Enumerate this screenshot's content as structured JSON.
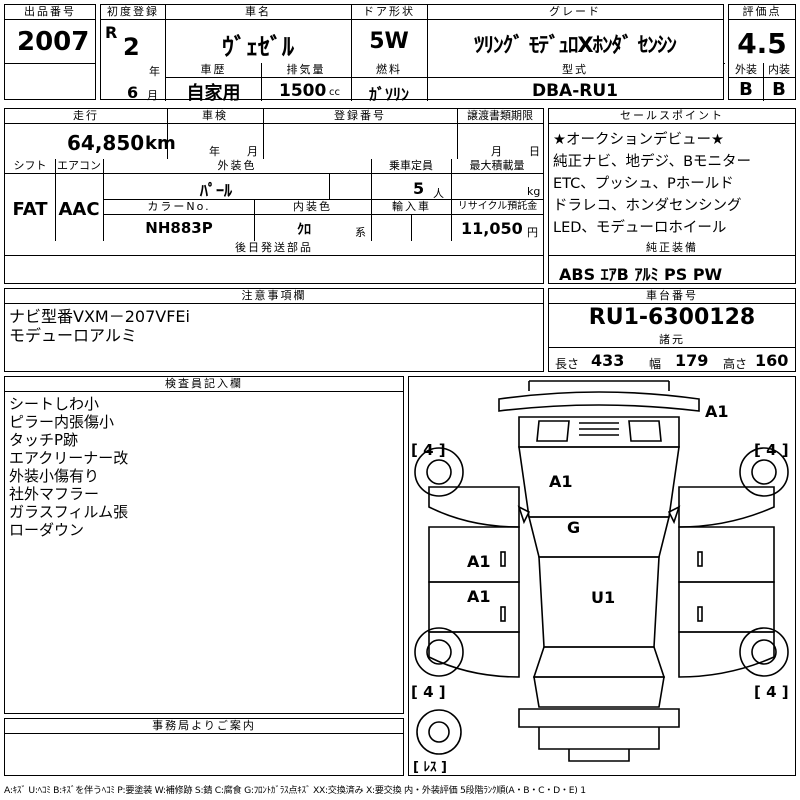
{
  "labels": {
    "lot_no": "出品番号",
    "first_reg": "初度登録",
    "car_name": "車名",
    "door": "ドア形状",
    "grade": "グレード",
    "score": "評価点",
    "history": "車歴",
    "displacement": "排気量",
    "fuel": "燃料",
    "model_code": "型式",
    "exterior": "外装",
    "interior": "内装",
    "mileage": "走行",
    "inspection": "車検",
    "reg_no": "登録番号",
    "transfer_deadline": "譲渡書類期限",
    "sales_points": "セールスポイント",
    "shift": "シフト",
    "aircon": "エアコン",
    "ext_color": "外装色",
    "capacity": "乗車定員",
    "max_load": "最大積載量",
    "color_no": "カラーNo.",
    "int_color": "内装色",
    "import": "輸入車",
    "recycle": "リサイクル預託金",
    "later_parts": "後日発送部品",
    "genuine_equip": "純正装備",
    "notes": "注意事項欄",
    "chassis_no": "車台番号",
    "specs": "諸元",
    "inspector": "検査員記入欄",
    "office": "事務局よりご案内"
  },
  "vehicle": {
    "lot_no": "2007",
    "era": "R",
    "year": "2",
    "year_unit": "年",
    "month": "6",
    "month_unit": "月",
    "name": "ｳﾞｪｾﾞﾙ",
    "door": "5W",
    "grade": "ﾂﾘﾝｸﾞ ﾓﾃﾞｭﾛXﾎﾝﾀﾞ ｾﾝｼﾝ",
    "score": "4.5",
    "history": "自家用",
    "displacement": "1500",
    "displacement_unit": "cc",
    "fuel": "ｶﾞｿﾘﾝ",
    "model_code": "DBA-RU1",
    "exterior_grade": "B",
    "interior_grade": "B",
    "mileage": "64,850",
    "mileage_unit": "km",
    "inspection_year_unit": "年",
    "inspection_month_unit": "月",
    "transfer_month_unit": "月",
    "transfer_day_unit": "日",
    "shift": "FAT",
    "aircon": "AAC",
    "ext_color": "ﾊﾟｰﾙ",
    "capacity": "5",
    "capacity_unit": "人",
    "load_unit": "kg",
    "color_no": "NH883P",
    "int_color": "ｸﾛ",
    "int_color_unit": "系",
    "recycle": "11,050",
    "recycle_unit": "円",
    "genuine_equip": "ABS ｴｱB ｱﾙﾐ PS PW",
    "chassis_no": "RU1-6300128",
    "length_label": "長さ",
    "length": "433",
    "width_label": "幅",
    "width": "179",
    "height_label": "高さ",
    "height": "160"
  },
  "sales_points": [
    "★オークションデビュー★",
    "純正ナビ、地デジ、Bモニター",
    "ETC、プッシュ、Pホールド",
    "ドラレコ、ホンダセンシング",
    "LED、モデューロホイール"
  ],
  "notes": [
    "ナビ型番VXM－207VFEi",
    "モデューロアルミ"
  ],
  "inspector_notes": [
    "シートしわ小",
    "ピラー内張傷小",
    "タッチP跡",
    "エアクリーナー改",
    "外装小傷有り",
    "社外マフラー",
    "ガラスフィルム張",
    "ローダウン"
  ],
  "diagram": {
    "tire_fl": "[ 4 ]",
    "tire_fr": "[ 4 ]",
    "tire_rl": "[ 4 ]",
    "tire_rr": "[ 4 ]",
    "spare": "[ ﾚｽ ]",
    "marks": {
      "top_right": "A1",
      "hood": "A1",
      "roof": "G",
      "left_front_door": "A1",
      "left_rear_door": "A1",
      "rear_hatch": "U1"
    }
  },
  "legend": "A:ｷｽﾞ U:ﾍｺﾐ B:ｷｽﾞを伴うﾍｺﾐ P:要塗装 W:補修跡 S:錆 C:腐食 G:ﾌﾛﾝﾄｶﾞﾗｽ点ｷｽﾞ XX:交換済み X:要交換  内・外装評価 5段階ﾗﾝｸ順(A・B・C・D・E) 1"
}
